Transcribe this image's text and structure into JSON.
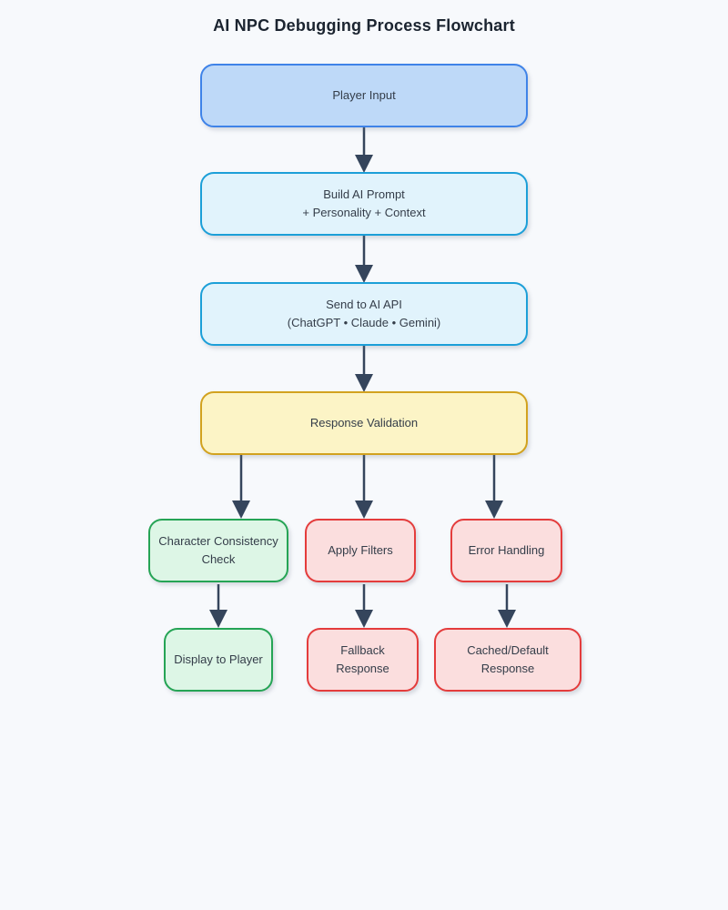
{
  "title": "AI NPC Debugging Process Flowchart",
  "colors": {
    "bg": "#f7f9fc",
    "title_color": "#1b2430",
    "node_text": "#343d49",
    "arrow": "#35455c",
    "blue_fill": "#bed9f8",
    "blue_border": "#3f83e8",
    "cyan_fill": "#e1f3fc",
    "cyan_border": "#1c9fd8",
    "yellow_fill": "#fcf4c6",
    "yellow_border": "#d2a21f",
    "green_fill": "#ddf6e6",
    "green_border": "#25a455",
    "red_fill": "#fbdede",
    "red_border": "#e43c3c"
  },
  "nodes": {
    "player_input": {
      "label": "Player Input",
      "type": "blue"
    },
    "build_prompt": {
      "line1": "Build AI Prompt",
      "line2": "+ Personality + Context",
      "type": "cyan"
    },
    "send_api": {
      "line1": "Send to AI API",
      "line2": "(ChatGPT • Claude • Gemini)",
      "type": "cyan"
    },
    "response_validation": {
      "label": "Response Validation",
      "type": "yellow"
    },
    "consistency_check": {
      "label": "Character Consistency Check",
      "type": "green"
    },
    "apply_filters": {
      "label": "Apply Filters",
      "type": "red"
    },
    "error_handling": {
      "label": "Error Handling",
      "type": "red"
    },
    "display_player": {
      "label": "Display to Player",
      "type": "green"
    },
    "fallback_response": {
      "label": "Fallback Response",
      "type": "red"
    },
    "cached_response": {
      "label": "Cached/Default Response",
      "type": "red"
    }
  },
  "edges": [
    {
      "from": "player_input",
      "to": "build_prompt"
    },
    {
      "from": "build_prompt",
      "to": "send_api"
    },
    {
      "from": "send_api",
      "to": "response_validation"
    },
    {
      "from": "response_validation",
      "to": "consistency_check"
    },
    {
      "from": "response_validation",
      "to": "apply_filters"
    },
    {
      "from": "response_validation",
      "to": "error_handling"
    },
    {
      "from": "consistency_check",
      "to": "display_player"
    },
    {
      "from": "apply_filters",
      "to": "fallback_response"
    },
    {
      "from": "error_handling",
      "to": "cached_response"
    }
  ]
}
